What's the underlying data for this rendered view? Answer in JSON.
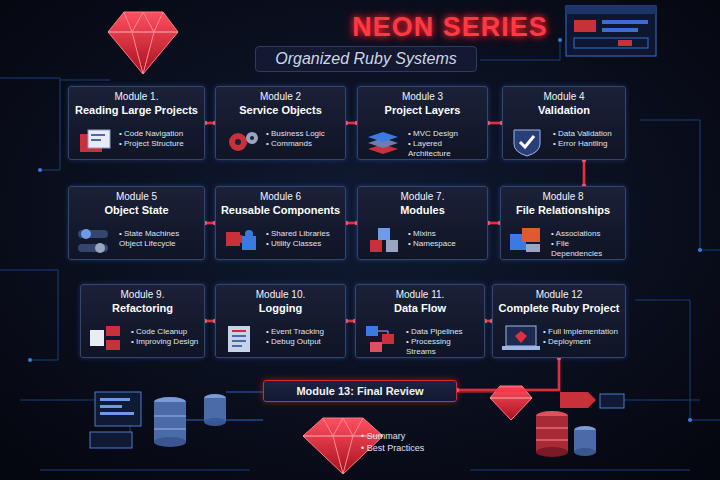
{
  "diagram": {
    "title": "NEON SERIES",
    "nodes": [
      {
        "text": [
          "Module 1.",
          "Reading Large Projects",
          "• Code Navigation",
          "• Project Structure"
        ]
      },
      {
        "text": [
          "Module 2",
          "Service Objects",
          "• Business Logic",
          "• Commands"
        ]
      },
      {
        "text": [
          "Module 3",
          "Project Layers",
          "• MVC Design",
          "• Layered Architecture"
        ]
      },
      {
        "text": [
          "Module 4",
          "Validation",
          "• Data Validation",
          "• Error Hantling"
        ]
      },
      {
        "text": [
          "Module 5",
          "Object State",
          "• State Machines",
          "Object Lifecycle"
        ]
      },
      {
        "text": [
          "Module 6",
          "Reusable Components",
          "• Shared Libraries",
          "• Utility Classes"
        ]
      },
      {
        "text": [
          "Module 7.",
          "Modules",
          "• Mixins",
          "• Namespace"
        ]
      },
      {
        "text": [
          "Module 8",
          "File Relationships",
          "• Associations",
          "• File Dependencies"
        ]
      },
      {
        "text": [
          "Module 9.",
          "Refactoring",
          "• Code Cleanup",
          "• Improving Design"
        ]
      },
      {
        "text": [
          "Module 10.",
          "Logging",
          "• Event Tracking",
          "• Debug Output"
        ]
      },
      {
        "text": [
          "Module 11.",
          "Data Flow",
          "• Data Pipelines",
          "• Processing Streams"
        ]
      },
      {
        "text": [
          "Module 12",
          "Complete Ruby Project",
          "• Full Implementation",
          "• Deployment"
        ]
      },
      {
        "text": [
          "Module 13: Final Review",
          "• Summary",
          "• Best Practices"
        ]
      }
    ],
    "edges": [
      {
        "from": 0,
        "to": 1,
        "arrow": "none"
      },
      {
        "from": 1,
        "to": 2,
        "arrow": "none"
      },
      {
        "from": 2,
        "to": 3,
        "arrow": "none"
      },
      {
        "from": 3,
        "to": 7,
        "arrow": "none"
      },
      {
        "from": 4,
        "to": 5,
        "arrow": "none"
      },
      {
        "from": 5,
        "to": 6,
        "arrow": "none"
      },
      {
        "from": 6,
        "to": 7,
        "arrow": "none"
      },
      {
        "from": 8,
        "to": 9,
        "arrow": "none"
      },
      {
        "from": 9,
        "to": 10,
        "arrow": "none"
      },
      {
        "from": 10,
        "to": 11,
        "arrow": "none"
      },
      {
        "from": 11,
        "to": 12,
        "arrow": "none"
      }
    ],
    "labels": [
      "Organized Ruby Systems"
    ]
  }
}
